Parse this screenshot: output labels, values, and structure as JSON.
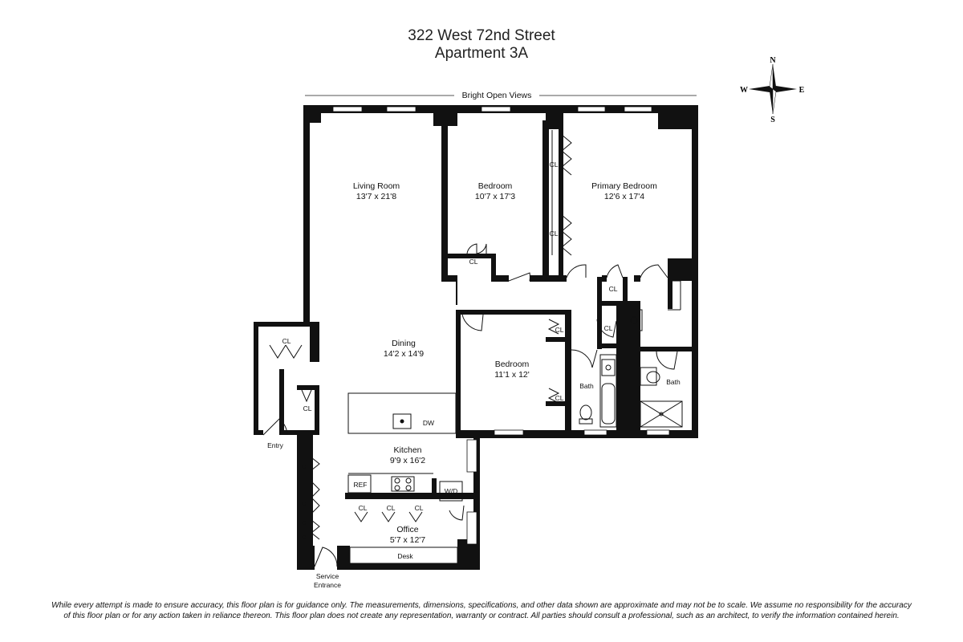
{
  "header": {
    "address": "322 West 72nd Street",
    "unit": "Apartment 3A"
  },
  "views_label": "Bright Open Views",
  "compass": {
    "n": "N",
    "s": "S",
    "e": "E",
    "w": "W"
  },
  "rooms": {
    "living": {
      "name": "Living Room",
      "dims": "13'7 x 21'8"
    },
    "bedroom1": {
      "name": "Bedroom",
      "dims": "10'7 x 17'3"
    },
    "primary": {
      "name": "Primary Bedroom",
      "dims": "12'6 x 17'4"
    },
    "dining": {
      "name": "Dining",
      "dims": "14'2 x 14'9"
    },
    "bedroom2": {
      "name": "Bedroom",
      "dims": "11'1 x 12'"
    },
    "kitchen": {
      "name": "Kitchen",
      "dims": "9'9 x 16'2"
    },
    "office": {
      "name": "Office",
      "dims": "5'7 x 12'7"
    }
  },
  "labels": {
    "closet": "CL",
    "bath": "Bath",
    "entry": "Entry",
    "service_1": "Service",
    "service_2": "Entrance",
    "dishwasher": "DW",
    "refrigerator": "REF",
    "washer_dryer": "W/D",
    "desk": "Desk"
  },
  "disclaimer": {
    "line1": "While every attempt is made to ensure accuracy, this floor plan is for guidance only. The measurements, dimensions, specifications, and other data shown are approximate and may not be to scale. We assume no responsibility for the accuracy",
    "line2": "of this floor plan or for any action taken in reliance thereon. This floor plan does not create any representation, warranty or contract. All parties should consult a professional, such as an architect, to verify the information contained herein."
  },
  "colors": {
    "wall": "#111111",
    "window": "#ffffff",
    "background": "#ffffff"
  }
}
